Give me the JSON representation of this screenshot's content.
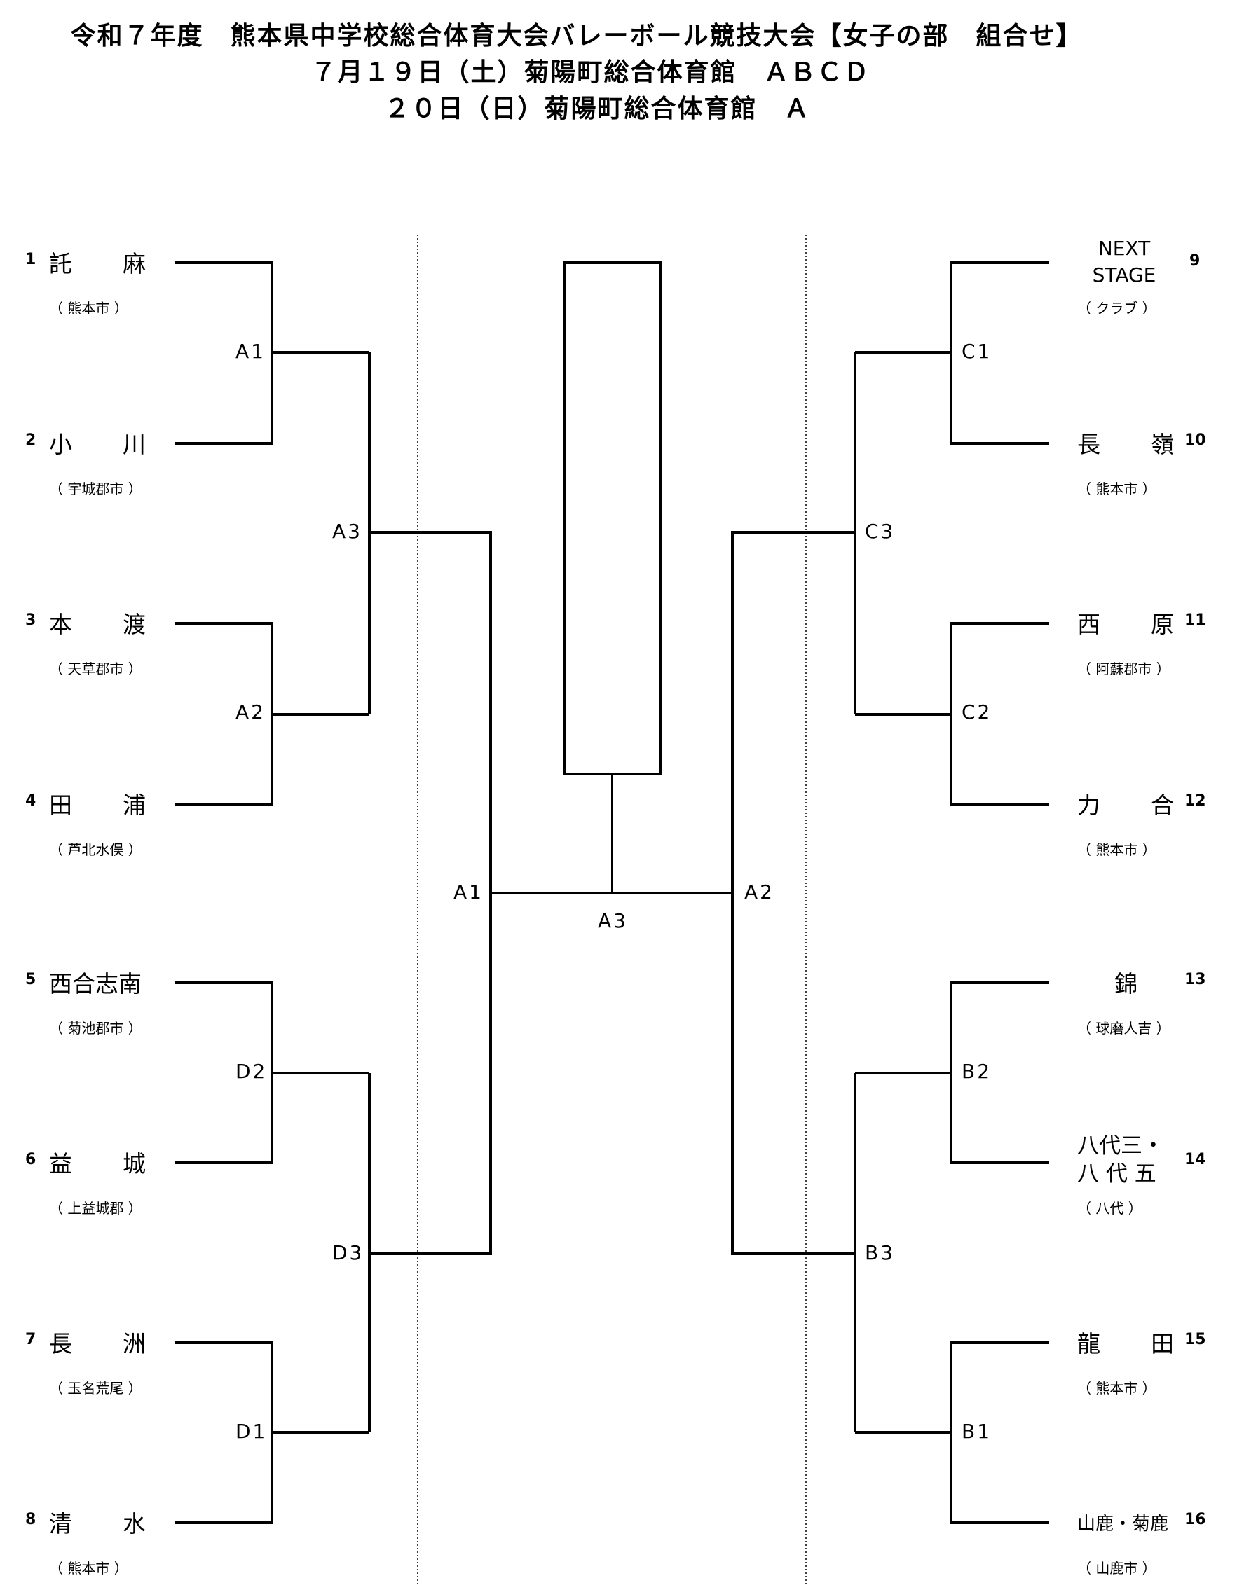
{
  "header": {
    "line1": "令和７年度　熊本県中学校総合体育大会バレーボール競技大会【女子の部　組合せ】",
    "line2": "７月１９日（土）菊陽町総合体育館　ＡＢＣＤ",
    "line3": "２０日（日）菊陽町総合体育館　Ａ"
  },
  "left_teams": [
    {
      "num": "1",
      "name": "託　麻",
      "name_a": "託",
      "name_b": "麻",
      "region": "（ 熊本市 ）"
    },
    {
      "num": "2",
      "name": "小　川",
      "name_a": "小",
      "name_b": "川",
      "region": "（ 宇城郡市 ）"
    },
    {
      "num": "3",
      "name": "本　渡",
      "name_a": "本",
      "name_b": "渡",
      "region": "（ 天草郡市 ）"
    },
    {
      "num": "4",
      "name": "田　浦",
      "name_a": "田",
      "name_b": "浦",
      "region": "（ 芦北水俣 ）"
    },
    {
      "num": "5",
      "name": "西合志南",
      "region": "（ 菊池郡市 ）"
    },
    {
      "num": "6",
      "name": "益　城",
      "name_a": "益",
      "name_b": "城",
      "region": "（ 上益城郡 ）"
    },
    {
      "num": "7",
      "name": "長　洲",
      "name_a": "長",
      "name_b": "洲",
      "region": "（ 玉名荒尾 ）"
    },
    {
      "num": "8",
      "name": "清　水",
      "name_a": "清",
      "name_b": "水",
      "region": "（ 熊本市 ）"
    }
  ],
  "right_teams": [
    {
      "num": "9",
      "name_line1": "NEXT",
      "name_line2": "STAGE",
      "region": "（ クラブ ）"
    },
    {
      "num": "10",
      "name": "長　嶺",
      "name_a": "長",
      "name_b": "嶺",
      "region": "（ 熊本市 ）"
    },
    {
      "num": "11",
      "name": "西　原",
      "name_a": "西",
      "name_b": "原",
      "region": "（ 阿蘇郡市 ）"
    },
    {
      "num": "12",
      "name": "力　合",
      "name_a": "力",
      "name_b": "合",
      "region": "（ 熊本市 ）"
    },
    {
      "num": "13",
      "name": "錦",
      "region": "（ 球磨人吉 ）"
    },
    {
      "num": "14",
      "name_line1": "八代三・",
      "name_line2": "八 代 五",
      "region": "（ 八代 ）"
    },
    {
      "num": "15",
      "name": "龍　田",
      "name_a": "龍",
      "name_b": "田",
      "region": "（ 熊本市 ）"
    },
    {
      "num": "16",
      "name": "山鹿・菊鹿",
      "region": "（ 山鹿市 ）"
    }
  ],
  "match_labels": {
    "l_r1_1": "A1",
    "l_r1_2": "A2",
    "l_r1_3": "D2",
    "l_r1_4": "D1",
    "l_r2_1": "A3",
    "l_r2_2": "D3",
    "r_r1_1": "C1",
    "r_r1_2": "C2",
    "r_r1_3": "B2",
    "r_r1_4": "B1",
    "r_r2_1": "C3",
    "r_r2_2": "B3",
    "semi_left": "A1",
    "semi_right": "A2",
    "final": "A3"
  }
}
